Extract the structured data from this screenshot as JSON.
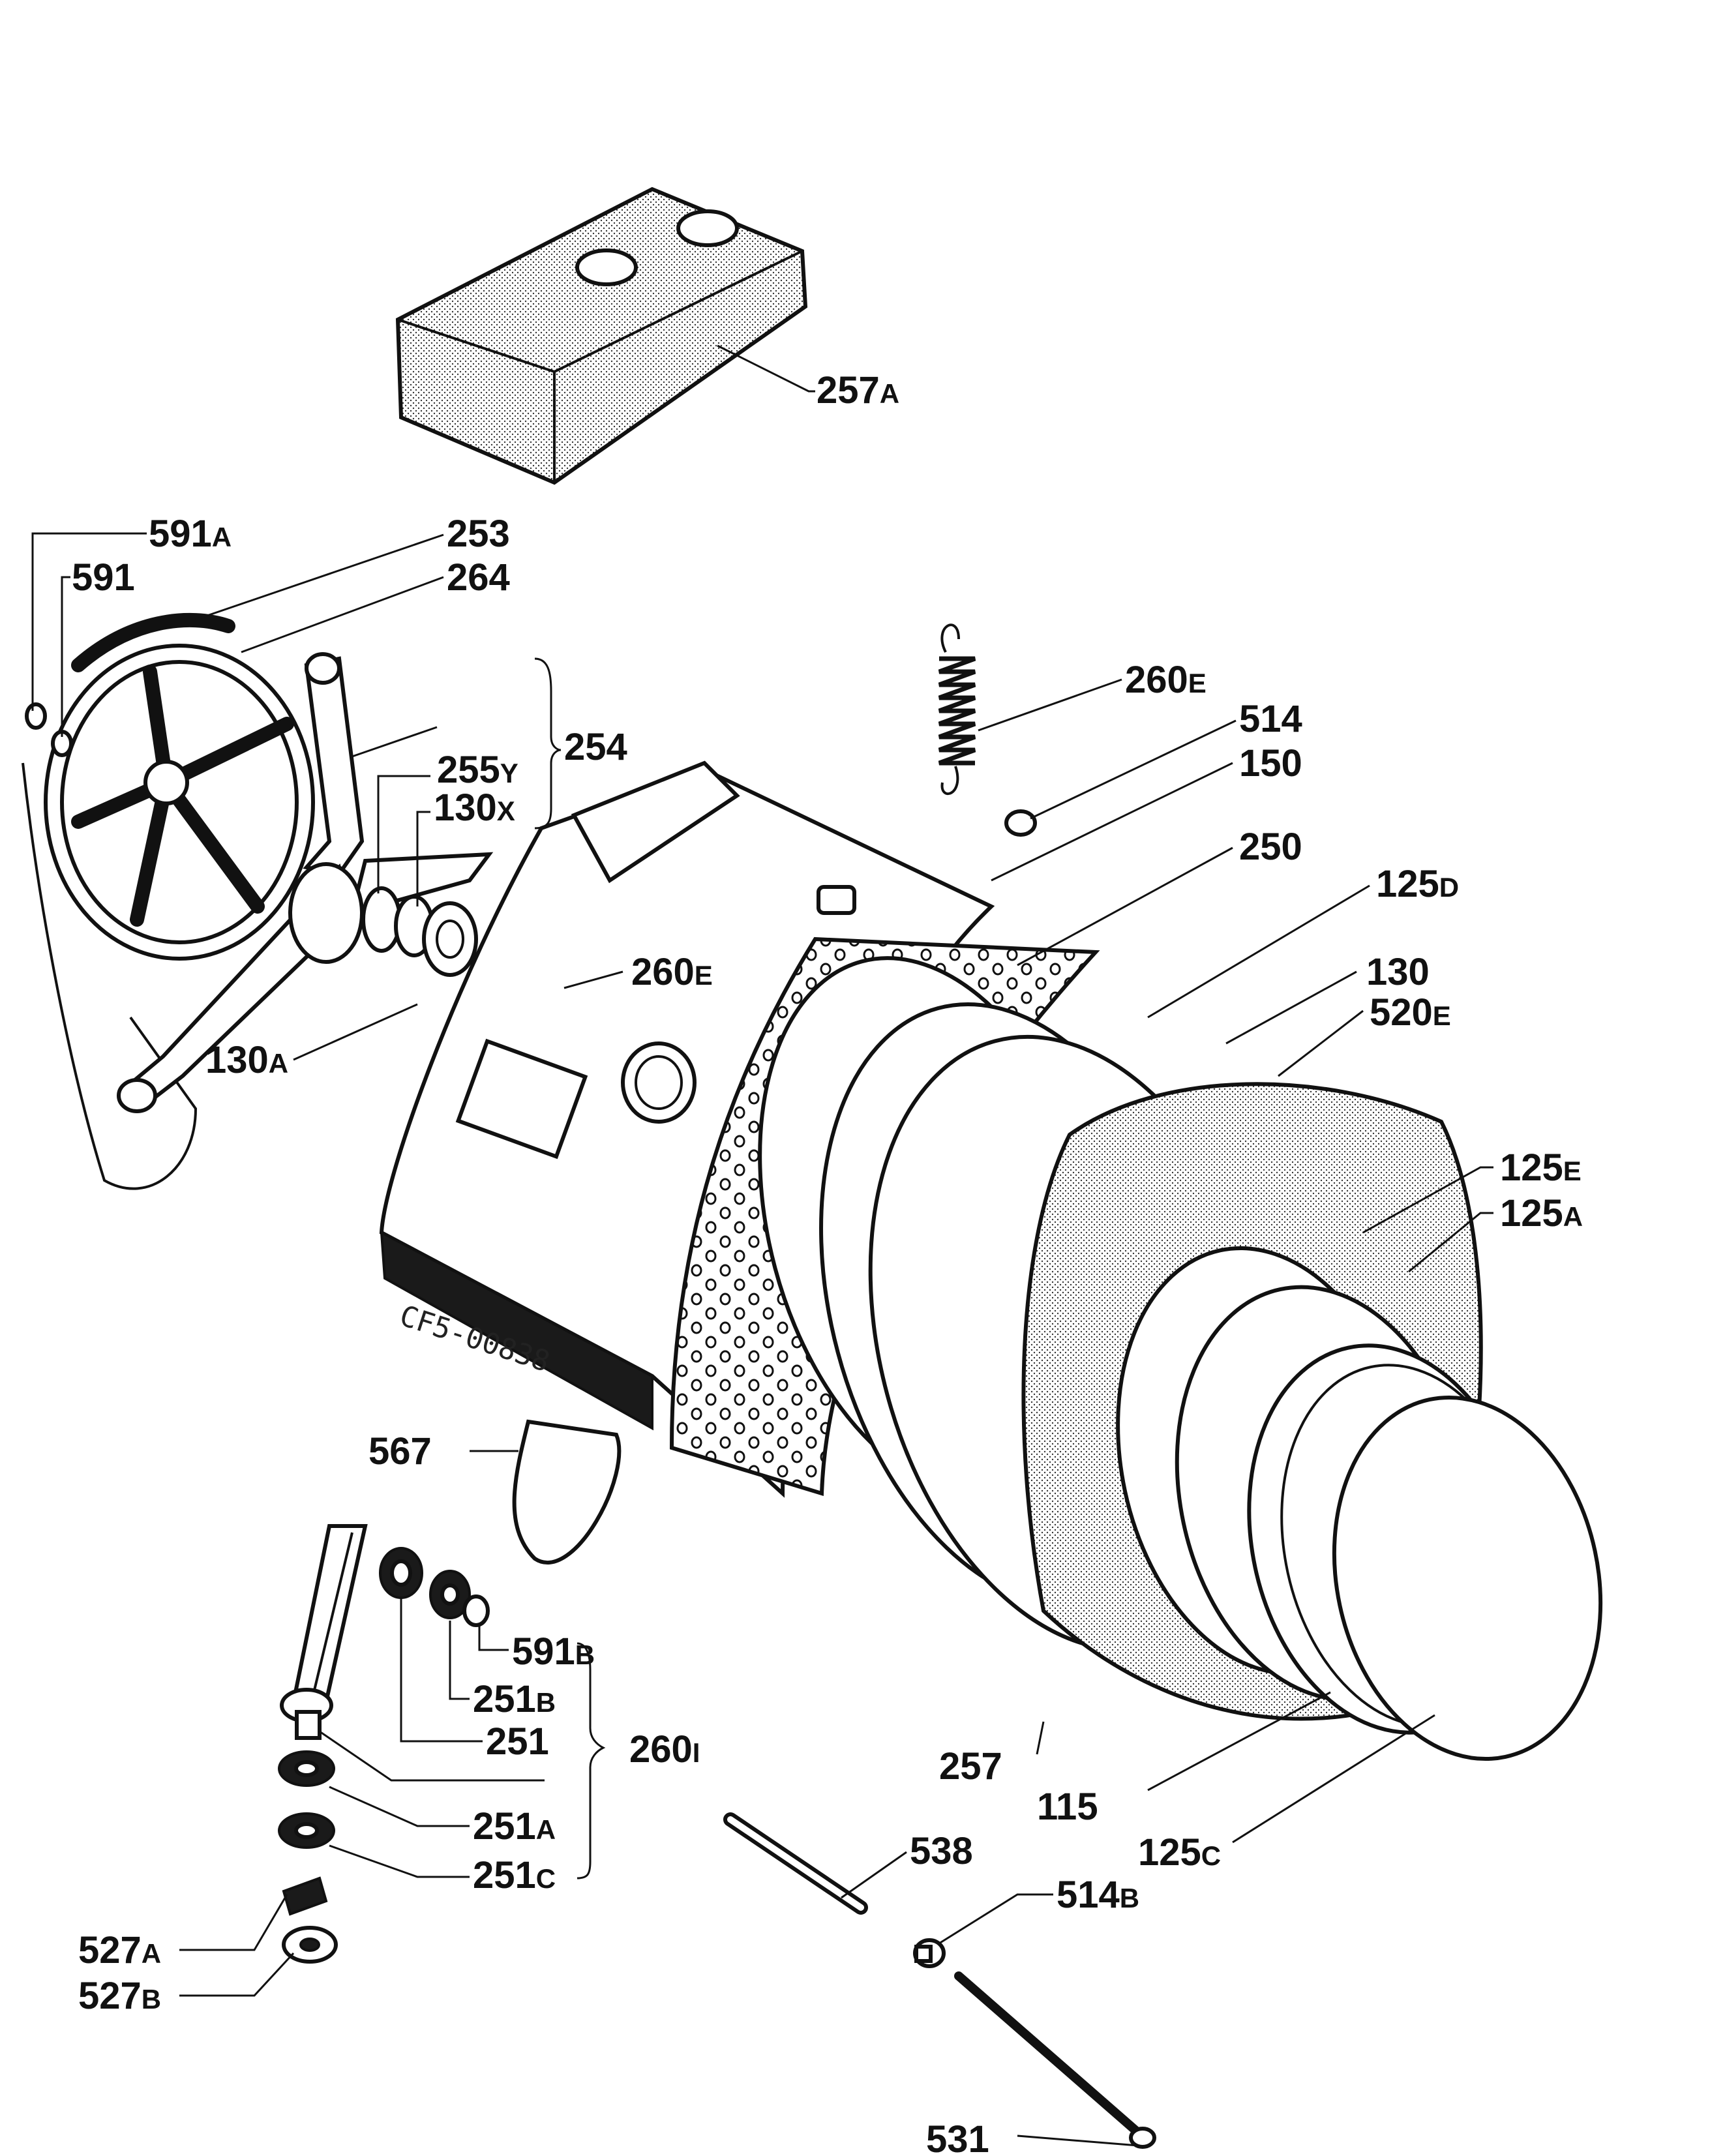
{
  "diagram": {
    "stamp_text": "CF5-00838",
    "labels": {
      "l257a": {
        "num": "257",
        "suf": "A"
      },
      "l591a": {
        "num": "591",
        "suf": "A"
      },
      "l591": {
        "num": "591",
        "suf": ""
      },
      "l253": {
        "num": "253",
        "suf": ""
      },
      "l264": {
        "num": "264",
        "suf": ""
      },
      "l255y": {
        "num": "255",
        "suf": "Y"
      },
      "l254": {
        "num": "254",
        "suf": ""
      },
      "l130x": {
        "num": "130",
        "suf": "X"
      },
      "l260e_top": {
        "num": "260",
        "suf": "E"
      },
      "l514": {
        "num": "514",
        "suf": ""
      },
      "l150": {
        "num": "150",
        "suf": ""
      },
      "l250": {
        "num": "250",
        "suf": ""
      },
      "l125d": {
        "num": "125",
        "suf": "D"
      },
      "l260e_mid": {
        "num": "260",
        "suf": "E"
      },
      "l130": {
        "num": "130",
        "suf": ""
      },
      "l520e": {
        "num": "520",
        "suf": "E"
      },
      "l130a": {
        "num": "130",
        "suf": "A"
      },
      "l125e": {
        "num": "125",
        "suf": "E"
      },
      "l125a": {
        "num": "125",
        "suf": "A"
      },
      "l567": {
        "num": "567",
        "suf": ""
      },
      "l591b": {
        "num": "591",
        "suf": "B"
      },
      "l251b": {
        "num": "251",
        "suf": "B"
      },
      "l251": {
        "num": "251",
        "suf": ""
      },
      "l260i": {
        "num": "260",
        "suf": "I"
      },
      "l251a": {
        "num": "251",
        "suf": "A"
      },
      "l251c": {
        "num": "251",
        "suf": "C"
      },
      "l257": {
        "num": "257",
        "suf": ""
      },
      "l115": {
        "num": "115",
        "suf": ""
      },
      "l125c": {
        "num": "125",
        "suf": "C"
      },
      "l538": {
        "num": "538",
        "suf": ""
      },
      "l514b": {
        "num": "514",
        "suf": "B"
      },
      "l527a": {
        "num": "527",
        "suf": "A"
      },
      "l527b": {
        "num": "527",
        "suf": "B"
      },
      "l531": {
        "num": "531",
        "suf": ""
      }
    }
  }
}
